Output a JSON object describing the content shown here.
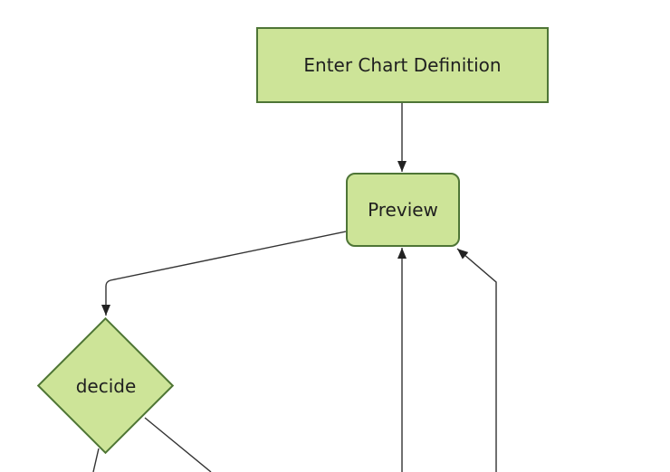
{
  "diagram": {
    "type": "flowchart",
    "background_color": "#ffffff",
    "node_fill_color": "#cde498",
    "node_border_color": "#4e7536",
    "edge_color": "#333333",
    "text_color": "#1f1f1f",
    "nodes": [
      {
        "id": "enter-chart-definition",
        "label": "Enter Chart Definition",
        "shape": "rectangle"
      },
      {
        "id": "preview",
        "label": "Preview",
        "shape": "rounded-rectangle"
      },
      {
        "id": "decide",
        "label": "decide",
        "shape": "diamond"
      }
    ],
    "edges": [
      {
        "from": "enter-chart-definition",
        "to": "preview",
        "arrow": true
      },
      {
        "from": "preview",
        "to": "decide",
        "arrow": true
      },
      {
        "from": "offscreen-bottom",
        "to": "preview",
        "arrow": true
      },
      {
        "from": "offscreen-bottom-right",
        "to": "preview",
        "arrow": true
      },
      {
        "from": "decide",
        "to": "offscreen-bottom-left",
        "arrow": false
      },
      {
        "from": "decide",
        "to": "offscreen-bottom-right",
        "arrow": false
      }
    ]
  }
}
